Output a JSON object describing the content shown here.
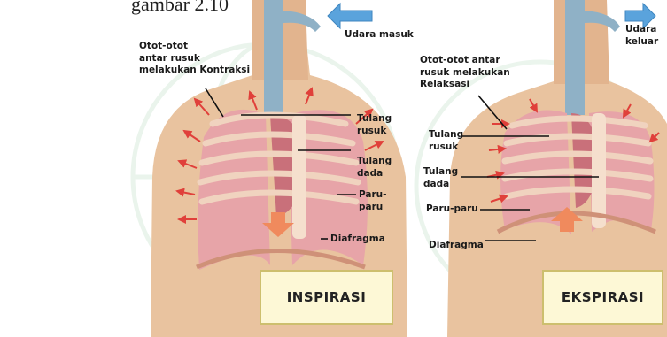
{
  "caption_fragment": "gambar 2.10",
  "colors": {
    "skin": "#e9c39f",
    "lung": "#e7a4a8",
    "rib": "#f0d3bf",
    "airway": "#8fb1c6",
    "arrow_blue": "#5aa3dc",
    "arrow_red": "#e0403a",
    "diaphragm_arrow": "#f08a5d",
    "box_fill": "#fdf8d6"
  },
  "inspirasi": {
    "air_label": "Udara masuk",
    "muscle_label": "Otot-otot\nantar rusuk\nmelakukan Kontraksi",
    "rib_label": "Tulang\nrusuk",
    "sternum_label": "Tulang\ndada",
    "lung_label": "Paru-\nparu",
    "diaphragm_label": "Diafragma",
    "title": "INSPIRASI"
  },
  "ekspirasi": {
    "air_label": "Udara\nkeluar",
    "muscle_label": "Otot-otot antar\nrusuk melakukan\nRelaksasi",
    "rib_label": "Tulang\nrusuk",
    "sternum_label": "Tulang\ndada",
    "lung_label": "Paru-paru",
    "diaphragm_label": "Diafragma",
    "title": "EKSPIRASI"
  }
}
